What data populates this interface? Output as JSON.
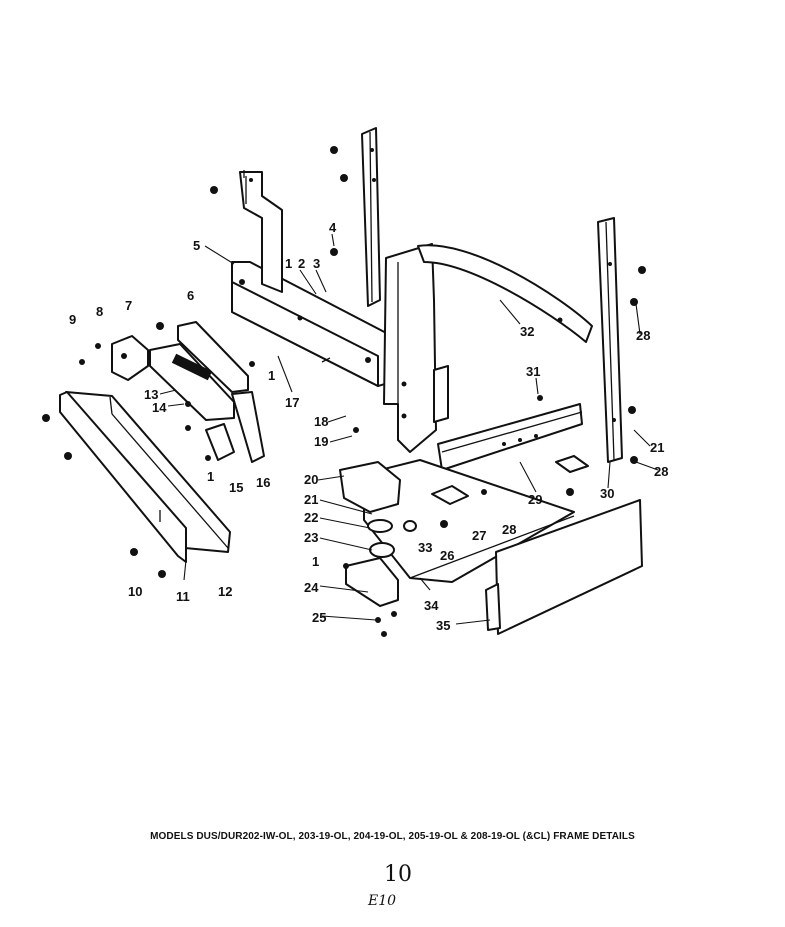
{
  "caption": "MODELS DUS/DUR202-IW-OL, 203-19-OL, 204-19-OL, 205-19-OL & 208-19-OL (&CL) FRAME DETAILS",
  "page_number": "10",
  "page_code": "E10",
  "callouts": [
    "1",
    "2",
    "3",
    "4",
    "5",
    "6",
    "7",
    "8",
    "9",
    "13",
    "14",
    "1",
    "15",
    "16",
    "17",
    "1",
    "18",
    "19",
    "32",
    "31",
    "28",
    "21",
    "28",
    "30",
    "29",
    "20",
    "21",
    "22",
    "23",
    "33",
    "1",
    "24",
    "25",
    "27",
    "28",
    "26",
    "34",
    "35",
    "10",
    "11",
    "12"
  ]
}
